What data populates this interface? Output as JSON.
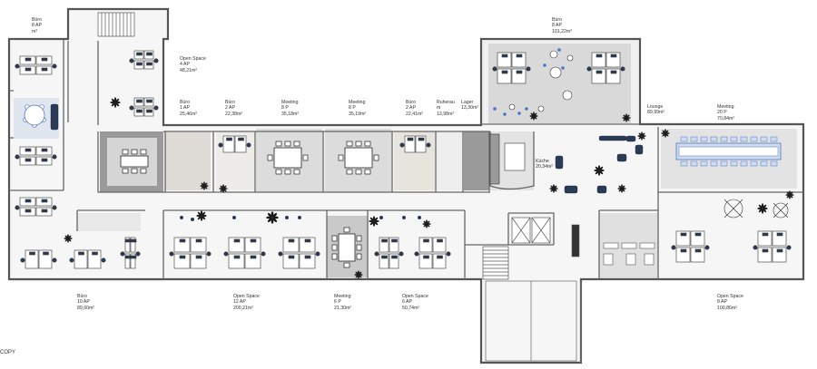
{
  "plan": {
    "rooms": [
      {
        "id": "buero-8ap-left",
        "name": "Büro",
        "line2": "8 AP",
        "area": "m²"
      },
      {
        "id": "open-space-4ap",
        "name": "Open Space",
        "line2": "4 AP",
        "area": "48,21m²"
      },
      {
        "id": "buero-1ap",
        "name": "Büro",
        "line2": "1 AP",
        "area": "25,46m²"
      },
      {
        "id": "buero-2ap-a",
        "name": "Büro",
        "line2": "2 AP",
        "area": "22,38m²"
      },
      {
        "id": "meeting-8p-a",
        "name": "Meeting",
        "line2": "8 P",
        "area": "35,18m²"
      },
      {
        "id": "meeting-8p-b",
        "name": "Meeting",
        "line2": "8 P",
        "area": "35,19m²"
      },
      {
        "id": "buero-2ap-b",
        "name": "Büro",
        "line2": "2 AP",
        "area": "22,41m²"
      },
      {
        "id": "ruheraum",
        "name": "Ruherau",
        "line2": "m",
        "area": "13,98m²"
      },
      {
        "id": "lager",
        "name": "Lager",
        "line2": "13,30m²",
        "area": ""
      },
      {
        "id": "buero-8ap-top",
        "name": "Büro",
        "line2": "8 AP",
        "area": "101,22m²"
      },
      {
        "id": "kueche",
        "name": "Küche",
        "line2": "20,34m²",
        "area": ""
      },
      {
        "id": "lounge",
        "name": "Lounge",
        "line2": "89,99m²",
        "area": ""
      },
      {
        "id": "meeting-20p",
        "name": "Meeting",
        "line2": "20 P",
        "area": "70,84m²"
      },
      {
        "id": "buero-10ap",
        "name": "Büro",
        "line2": "10 AP",
        "area": "89,60m²"
      },
      {
        "id": "open-space-12ap",
        "name": "Open Space",
        "line2": "12 AP",
        "area": "200,21m²"
      },
      {
        "id": "meeting-6p",
        "name": "Meeting",
        "line2": "6 P",
        "area": "21,30m²"
      },
      {
        "id": "open-space-6ap",
        "name": "Open Space",
        "line2": "6 AP",
        "area": "50,74m²"
      },
      {
        "id": "open-space-8ap",
        "name": "Open Space",
        "line2": "8 AP",
        "area": "100,86m²"
      }
    ],
    "footer_text": "COPY"
  },
  "colors": {
    "wall": "#555555",
    "floor": "#f6f6f6",
    "meeting_fill": "#e4e4e4",
    "kitchen_fill": "#dcdcdc",
    "furniture": "#333333",
    "chair": "#2b3a55",
    "accent_blue": "#4a78c0",
    "plant": "#1a1a1a",
    "lounge_fill": "#e8eef7"
  }
}
